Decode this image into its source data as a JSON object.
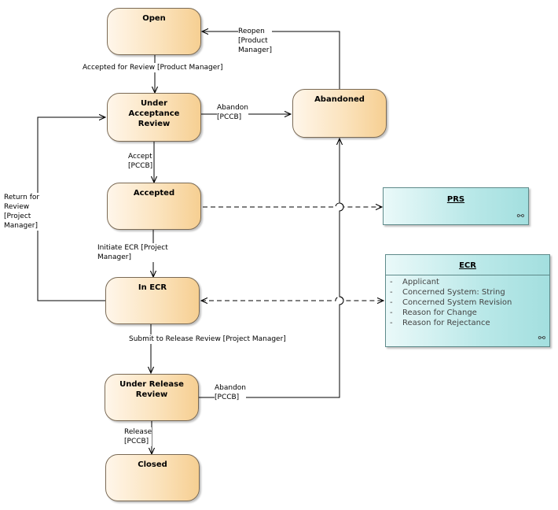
{
  "states": {
    "open": "Open",
    "under_acceptance_review": "Under Acceptance Review",
    "abandoned": "Abandoned",
    "accepted": "Accepted",
    "in_ecr": "In ECR",
    "under_release_review": "Under Release Review",
    "closed": "Closed"
  },
  "transitions": {
    "accepted_for_review": "Accepted for Review [Product Manager]",
    "abandon_1_a": "Abandon",
    "abandon_1_b": "[PCCB]",
    "reopen_a": "Reopen",
    "reopen_b": "[Product",
    "reopen_c": "Manager]",
    "accept_a": "Accept",
    "accept_b": "[PCCB]",
    "return_a": "Return for",
    "return_b": "Review",
    "return_c": "[Project",
    "return_d": "Manager]",
    "initiate_a": "Initiate ECR [Project",
    "initiate_b": "Manager]",
    "submit": "Submit to Release Review [Project Manager]",
    "abandon_2_a": "Abandon",
    "abandon_2_b": "[PCCB]",
    "release_a": "Release",
    "release_b": "[PCCB]"
  },
  "classes": {
    "prs": {
      "title": "PRS"
    },
    "ecr": {
      "title": "ECR",
      "attributes": [
        "Applicant",
        "Concerned System: String",
        "Concerned System Revision",
        "Reason for Change",
        "Reason for Rejectance"
      ]
    }
  },
  "colors": {
    "state_fill": "#f6cf92",
    "class_fill": "#a3dfdf",
    "line": "#000000"
  }
}
